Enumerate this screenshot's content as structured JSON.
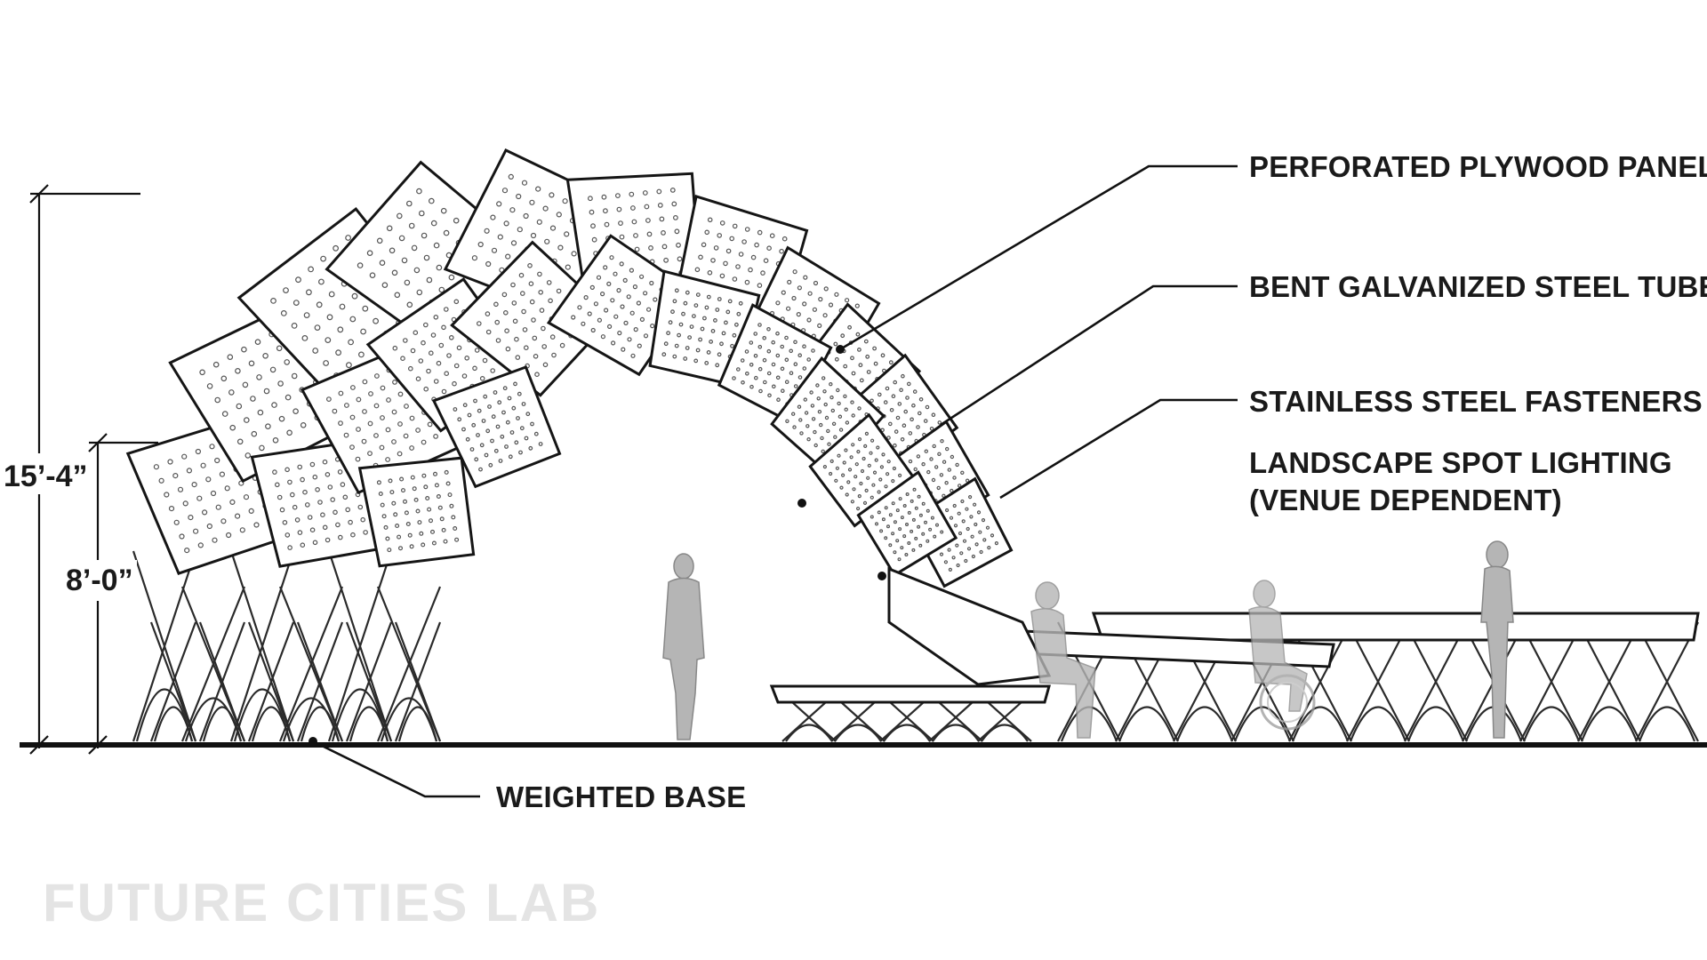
{
  "callouts": {
    "panels": "PERFORATED PLYWOOD PANELS",
    "tubes": "BENT GALVANIZED STEEL TUBES",
    "fasteners": "STAINLESS STEEL FASTENERS",
    "lighting_line1": "LANDSCAPE SPOT LIGHTING",
    "lighting_line2": "(VENUE DEPENDENT)",
    "base": "WEIGHTED BASE"
  },
  "dimensions": {
    "overall_height": "15’-4”",
    "clear_height": "8’-0”"
  },
  "watermark": "FUTURE CITIES LAB",
  "colors": {
    "ink": "#151515",
    "panel_fill": "#ffffff",
    "figure_gray": "#b5b5b5",
    "watermark": "#e4e4e4"
  }
}
